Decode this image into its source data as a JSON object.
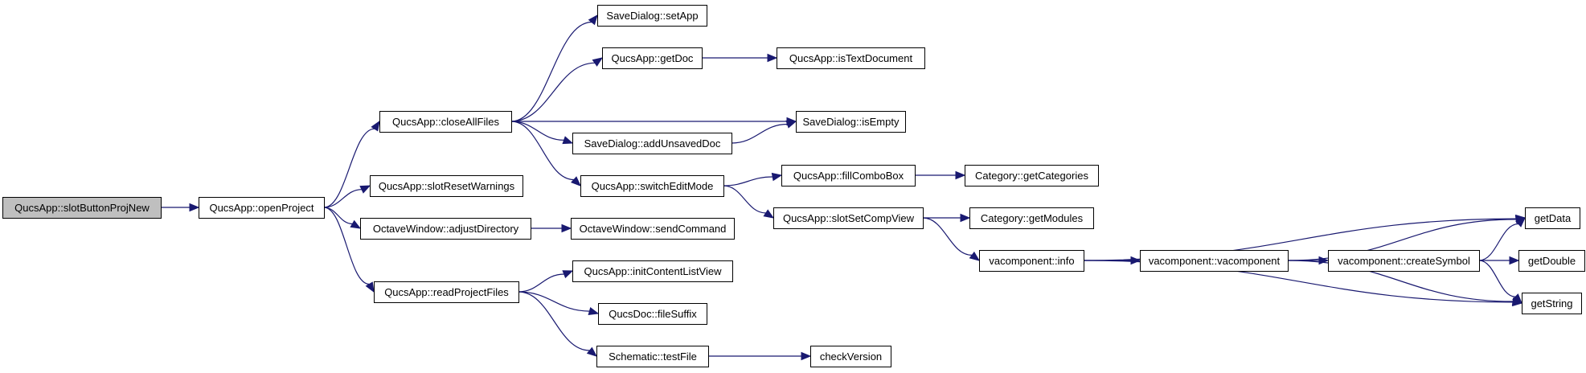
{
  "colors": {
    "edge": "#191970",
    "root_fill": "#bfbfbf",
    "node_fill": "#ffffff",
    "node_border": "#000000"
  },
  "nodes": [
    {
      "id": "n0",
      "label": "QucsApp::slotButtonProjNew",
      "highlight": true
    },
    {
      "id": "n1",
      "label": "QucsApp::openProject"
    },
    {
      "id": "n2",
      "label": "QucsApp::closeAllFiles"
    },
    {
      "id": "n3",
      "label": "QucsApp::slotResetWarnings"
    },
    {
      "id": "n4",
      "label": "OctaveWindow::adjustDirectory"
    },
    {
      "id": "n5",
      "label": "QucsApp::readProjectFiles"
    },
    {
      "id": "n6",
      "label": "SaveDialog::setApp"
    },
    {
      "id": "n7",
      "label": "QucsApp::getDoc"
    },
    {
      "id": "n8",
      "label": "SaveDialog::addUnsavedDoc"
    },
    {
      "id": "n9",
      "label": "QucsApp::switchEditMode"
    },
    {
      "id": "n10",
      "label": "OctaveWindow::sendCommand"
    },
    {
      "id": "n11",
      "label": "QucsApp::initContentListView"
    },
    {
      "id": "n12",
      "label": "QucsDoc::fileSuffix"
    },
    {
      "id": "n13",
      "label": "Schematic::testFile"
    },
    {
      "id": "n14",
      "label": "QucsApp::isTextDocument"
    },
    {
      "id": "n15",
      "label": "SaveDialog::isEmpty"
    },
    {
      "id": "n16",
      "label": "QucsApp::fillComboBox"
    },
    {
      "id": "n17",
      "label": "QucsApp::slotSetCompView"
    },
    {
      "id": "n18",
      "label": "checkVersion"
    },
    {
      "id": "n19",
      "label": "Category::getCategories"
    },
    {
      "id": "n20",
      "label": "Category::getModules"
    },
    {
      "id": "n21",
      "label": "vacomponent::info"
    },
    {
      "id": "n22",
      "label": "vacomponent::vacomponent"
    },
    {
      "id": "n23",
      "label": "vacomponent::createSymbol"
    },
    {
      "id": "n24",
      "label": "getData"
    },
    {
      "id": "n25",
      "label": "getDouble"
    },
    {
      "id": "n26",
      "label": "getString"
    }
  ],
  "edges": [
    [
      "n0",
      "n1"
    ],
    [
      "n1",
      "n2"
    ],
    [
      "n1",
      "n3"
    ],
    [
      "n1",
      "n4"
    ],
    [
      "n1",
      "n5"
    ],
    [
      "n2",
      "n6"
    ],
    [
      "n2",
      "n7"
    ],
    [
      "n2",
      "n15"
    ],
    [
      "n2",
      "n8"
    ],
    [
      "n2",
      "n9"
    ],
    [
      "n7",
      "n14"
    ],
    [
      "n8",
      "n15"
    ],
    [
      "n9",
      "n16"
    ],
    [
      "n9",
      "n17"
    ],
    [
      "n16",
      "n19"
    ],
    [
      "n17",
      "n20"
    ],
    [
      "n17",
      "n21"
    ],
    [
      "n21",
      "n24"
    ],
    [
      "n21",
      "n22"
    ],
    [
      "n21",
      "n26"
    ],
    [
      "n22",
      "n24"
    ],
    [
      "n22",
      "n23"
    ],
    [
      "n22",
      "n26"
    ],
    [
      "n23",
      "n24"
    ],
    [
      "n23",
      "n25"
    ],
    [
      "n23",
      "n26"
    ],
    [
      "n4",
      "n10"
    ],
    [
      "n5",
      "n11"
    ],
    [
      "n5",
      "n12"
    ],
    [
      "n5",
      "n13"
    ],
    [
      "n13",
      "n18"
    ]
  ]
}
